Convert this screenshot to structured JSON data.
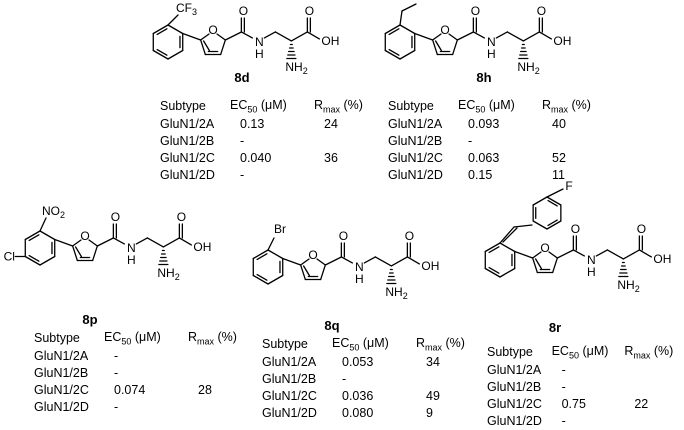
{
  "panels": [
    {
      "id": "8d",
      "compound_label": "8d",
      "substituent": "CF3",
      "headers": {
        "subtype": "Subtype",
        "ec50": "EC50 (μM)",
        "rmax": "Rmax (%)"
      },
      "rows": [
        {
          "subtype": "GluN1/2A",
          "ec50": "0.13",
          "rmax": "24"
        },
        {
          "subtype": "GluN1/2B",
          "ec50": "-",
          "rmax": ""
        },
        {
          "subtype": "GluN1/2C",
          "ec50": "0.040",
          "rmax": "36"
        },
        {
          "subtype": "GluN1/2D",
          "ec50": "-",
          "rmax": ""
        }
      ]
    },
    {
      "id": "8h",
      "compound_label": "8h",
      "headers": {
        "subtype": "Subtype",
        "ec50": "EC50 (μM)",
        "rmax": "Rmax (%)"
      },
      "rows": [
        {
          "subtype": "GluN1/2A",
          "ec50": "0.093",
          "rmax": "40"
        },
        {
          "subtype": "GluN1/2B",
          "ec50": "-",
          "rmax": ""
        },
        {
          "subtype": "GluN1/2C",
          "ec50": "0.063",
          "rmax": "52"
        },
        {
          "subtype": "GluN1/2D",
          "ec50": "0.15",
          "rmax": "11"
        }
      ]
    },
    {
      "id": "8p",
      "compound_label": "8p",
      "substituent": "NO2",
      "substituent2": "Cl",
      "headers": {
        "subtype": "Subtype",
        "ec50": "EC50 (μM)",
        "rmax": "Rmax (%)"
      },
      "rows": [
        {
          "subtype": "GluN1/2A",
          "ec50": "-",
          "rmax": ""
        },
        {
          "subtype": "GluN1/2B",
          "ec50": "-",
          "rmax": ""
        },
        {
          "subtype": "GluN1/2C",
          "ec50": "0.074",
          "rmax": "28"
        },
        {
          "subtype": "GluN1/2D",
          "ec50": "-",
          "rmax": ""
        }
      ]
    },
    {
      "id": "8q",
      "compound_label": "8q",
      "substituent": "Br",
      "headers": {
        "subtype": "Subtype",
        "ec50": "EC50 (μM)",
        "rmax": "Rmax (%)"
      },
      "rows": [
        {
          "subtype": "GluN1/2A",
          "ec50": "0.053",
          "rmax": "34"
        },
        {
          "subtype": "GluN1/2B",
          "ec50": "-",
          "rmax": ""
        },
        {
          "subtype": "GluN1/2C",
          "ec50": "0.036",
          "rmax": "49"
        },
        {
          "subtype": "GluN1/2D",
          "ec50": "0.080",
          "rmax": "9"
        }
      ]
    },
    {
      "id": "8r",
      "compound_label": "8r",
      "substituent": "F",
      "headers": {
        "subtype": "Subtype",
        "ec50": "EC50 (μM)",
        "rmax": "Rmax (%)"
      },
      "rows": [
        {
          "subtype": "GluN1/2A",
          "ec50": "-",
          "rmax": ""
        },
        {
          "subtype": "GluN1/2B",
          "ec50": "-",
          "rmax": ""
        },
        {
          "subtype": "GluN1/2C",
          "ec50": "0.75",
          "rmax": "22"
        },
        {
          "subtype": "GluN1/2D",
          "ec50": "-",
          "rmax": ""
        }
      ]
    }
  ],
  "atoms": {
    "O": "O",
    "N": "N",
    "H": "H",
    "OH": "OH",
    "NH2": "NH2"
  }
}
